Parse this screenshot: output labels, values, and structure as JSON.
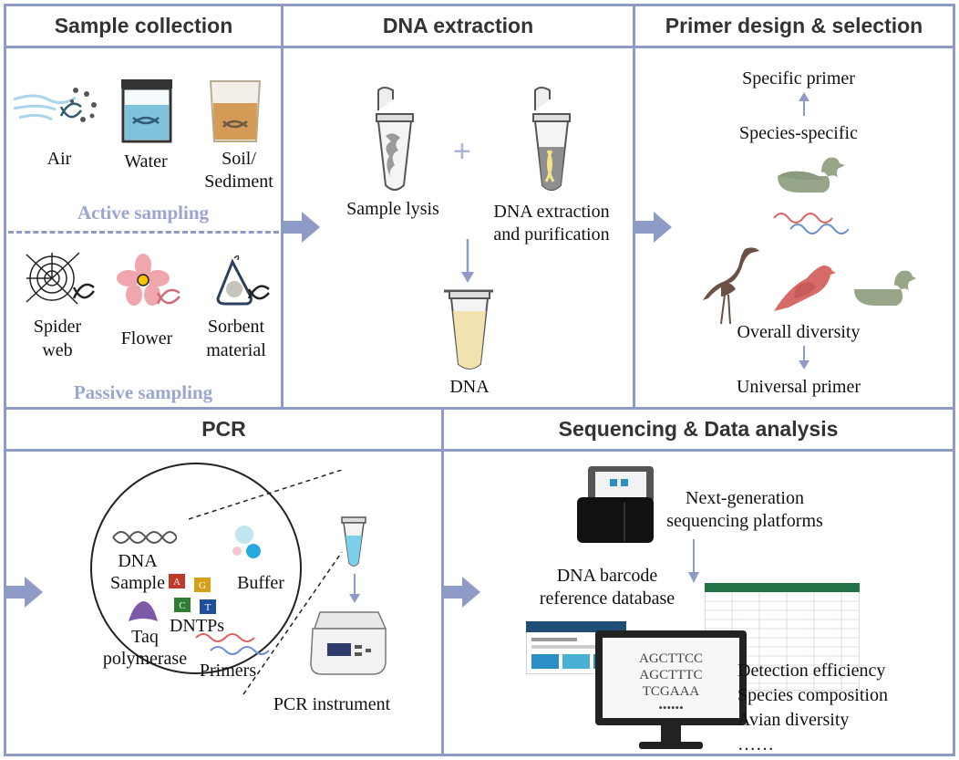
{
  "panels": {
    "sample_collection": {
      "title": "Sample collection",
      "air": "Air",
      "water": "Water",
      "soil_line1": "Soil/",
      "soil_line2": "Sediment",
      "active_sampling": "Active sampling",
      "spider_line1": "Spider",
      "spider_line2": "web",
      "flower": "Flower",
      "sorbent_line1": "Sorbent",
      "sorbent_line2": "material",
      "passive_sampling": "Passive sampling"
    },
    "dna_extraction": {
      "title": "DNA extraction",
      "sample_lysis": "Sample lysis",
      "extraction_line1": "DNA extraction",
      "extraction_line2": "and purification",
      "dna": "DNA"
    },
    "primer_design": {
      "title": "Primer design & selection",
      "specific_primer": "Specific primer",
      "species_specific": "Species-specific",
      "overall_diversity": "Overall diversity",
      "universal_primer": "Universal primer"
    },
    "pcr": {
      "title": "PCR",
      "dna_sample_line1": "DNA",
      "dna_sample_line2": "Sample",
      "buffer": "Buffer",
      "dntps": "DNTPs",
      "taq_line1": "Taq",
      "taq_line2": "polymerase",
      "primers": "Primers",
      "instrument": "PCR instrument",
      "dntp_letters": [
        "A",
        "G",
        "C",
        "T"
      ]
    },
    "sequencing": {
      "title": "Sequencing & Data analysis",
      "ngs_line1": "Next-generation",
      "ngs_line2": "sequencing platforms",
      "barcode_line1": "DNA barcode",
      "barcode_line2": "reference database",
      "seq_line1": "AGCTTCC",
      "seq_line2": "AGCTTTC",
      "seq_line3": "TCGAAA",
      "seq_line4": "••••••",
      "outputs": [
        "Detection efficiency",
        "Species composition",
        "Avian diversity",
        "……"
      ]
    }
  },
  "colors": {
    "border": "#8e9bc7",
    "arrow": "#8e9bc7",
    "sampling_text": "#9aa6cf"
  }
}
